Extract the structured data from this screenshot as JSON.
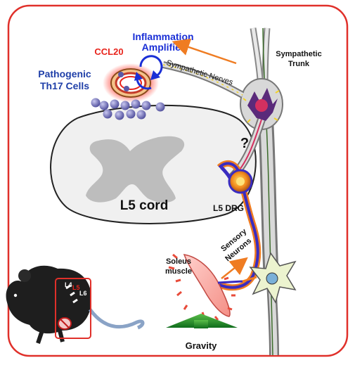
{
  "labels": {
    "ccl20": "CCL20",
    "inflammation_line1": "Inflammation",
    "inflammation_line2": "Amplifier",
    "pathogenic_line1": "Pathogenic",
    "pathogenic_line2": "Th17 Cells",
    "sympathetic_nerves": "Sympathetic Nerves",
    "sympathetic_trunk_line1": "Sympathetic",
    "sympathetic_trunk_line2": "Trunk",
    "question_mark": "?",
    "l5_cord": "L5 cord",
    "l5_drg": "L5 DRG",
    "sensory_line1": "Sensory",
    "sensory_line2": "Neurons",
    "soleus_line1": "Soleus",
    "soleus_line2": "muscle",
    "gravity": "Gravity",
    "mouse_l4": "L4",
    "mouse_l5": "L5",
    "mouse_l6": "L6"
  },
  "colors": {
    "frame_red": "#e0302a",
    "ccl20_red": "#e8231b",
    "blue_label": "#1f3fa8",
    "amplifier_blue": "#1a2fd6",
    "arrow_orange": "#ef7c22",
    "gravity_green": "#1f8a2a",
    "cord_fill": "#efefef",
    "grey_matter": "#bdbdbd",
    "cell_purple": "#5b5aa8"
  }
}
